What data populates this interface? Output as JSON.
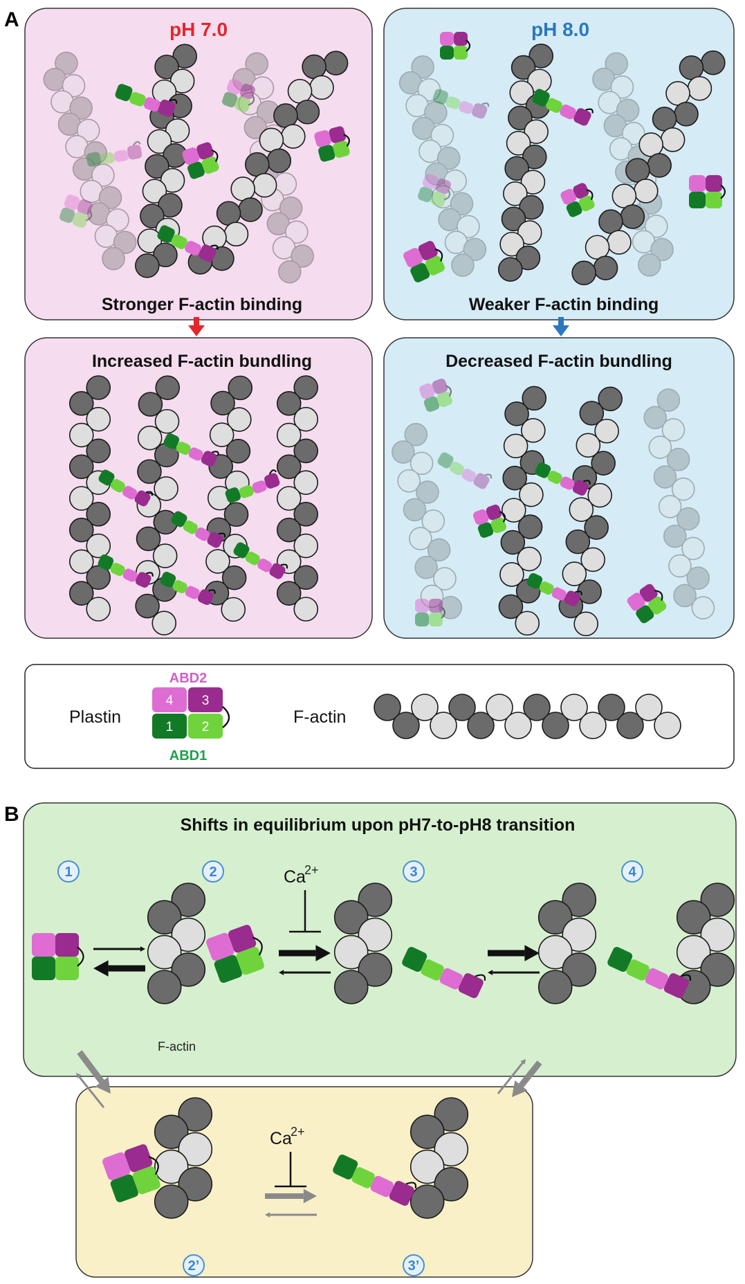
{
  "panel_a": {
    "letter": "A",
    "ph7_title": "pH 7.0",
    "ph8_title": "pH 8.0",
    "ph7_binding": "Stronger F-actin binding",
    "ph8_binding": "Weaker F-actin binding",
    "ph7_bundling": "Increased F-actin bundling",
    "ph8_bundling": "Decreased F-actin bundling"
  },
  "legend": {
    "plastin_label": "Plastin",
    "factin_label": "F-actin",
    "abd2": "ABD2",
    "abd1": "ABD1",
    "domain_4": "4",
    "domain_3": "3",
    "domain_1": "1",
    "domain_2": "2"
  },
  "panel_b": {
    "letter": "B",
    "title": "Shifts in equilibrium upon pH7-to-pH8 transition",
    "step1": "1",
    "step2": "2",
    "step3": "3",
    "step4": "4",
    "step2p": "2’",
    "step3p": "3’",
    "ca_label": "Ca",
    "ca_charge": "2+",
    "factin_label": "F-actin"
  },
  "colors": {
    "ph7_bg": "#f5dcef",
    "ph8_bg": "#d5ebf6",
    "green_bg": "#d6f0cf",
    "yellow_bg": "#f9f0c8",
    "dark_green": "#127a26",
    "light_green": "#6fd43b",
    "dark_magenta": "#9a2b8f",
    "light_magenta": "#de6cd2",
    "actin_dark": "#6b6b6b",
    "actin_light": "#dedede",
    "red_arrow": "#e3262b",
    "blue_arrow": "#2a78be"
  }
}
